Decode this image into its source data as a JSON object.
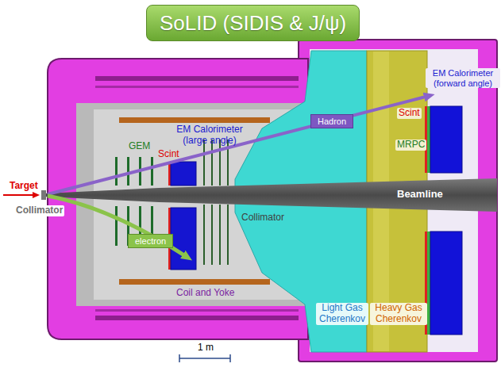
{
  "diagram": {
    "title": "SoLID (SIDIS & J/ψ)",
    "nodes": [
      {
        "text": [
          "Hadron"
        ]
      },
      {
        "text": [
          "electron"
        ]
      }
    ],
    "labels": [
      "Target",
      "Collimator",
      "GEM",
      "Scint",
      "EM Calorimeter (large angle)",
      "Collimator",
      "Coil and Yoke",
      "Beamline",
      "Scint",
      "EM Calorimeter (forward angle)",
      "MRPC",
      "Light Gas Cherenkov",
      "Heavy Gas Cherenkov",
      "1 m"
    ]
  }
}
